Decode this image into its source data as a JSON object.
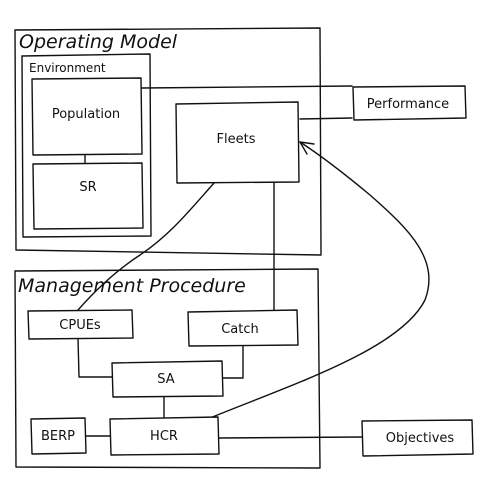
{
  "diagram": {
    "groups": {
      "operating_model": "Operating Model",
      "environment": "Environment",
      "management_procedure": "Management Procedure"
    },
    "nodes": {
      "population": "Population",
      "sr": "SR",
      "fleets": "Fleets",
      "performance": "Performance",
      "cpues": "CPUEs",
      "catch": "Catch",
      "sa": "SA",
      "berp": "BERP",
      "hcr": "HCR",
      "objectives": "Objectives"
    }
  }
}
